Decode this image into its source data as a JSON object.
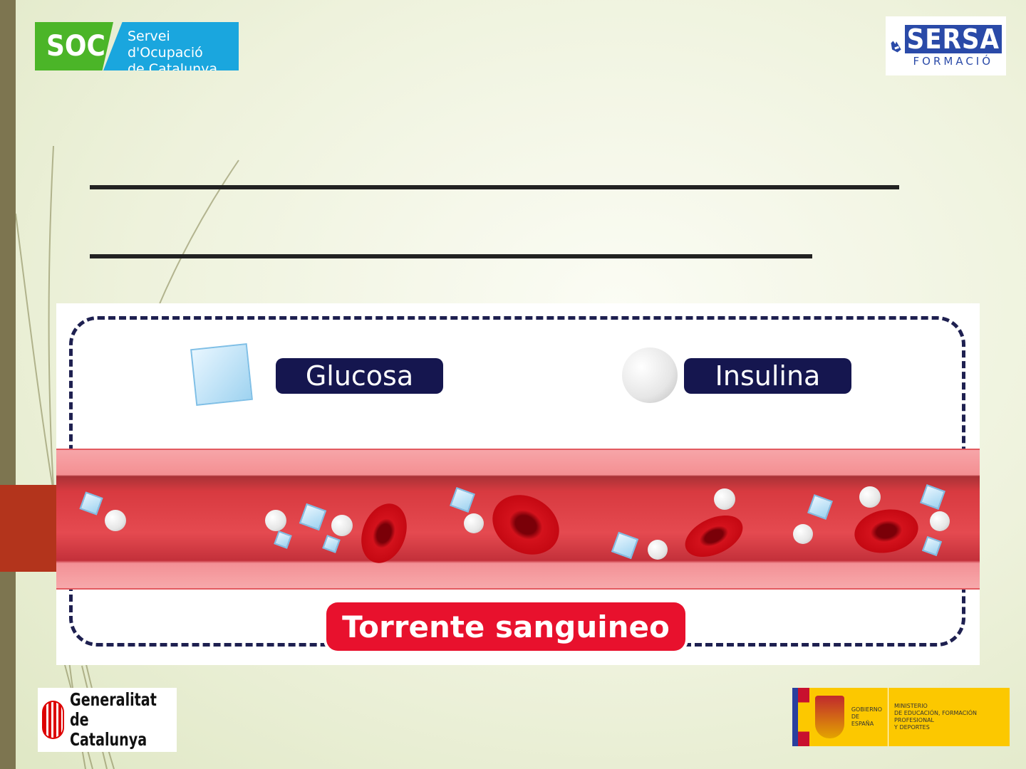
{
  "logos": {
    "soc": {
      "abbr": "SOC",
      "line1": "Servei d'Ocupació",
      "line2": "de Catalunya"
    },
    "sersa": {
      "name": "SERSA",
      "sub": "FORMACIÓ"
    },
    "generalitat": {
      "line1": "Generalitat",
      "line2": "de Catalunya"
    },
    "gobierno": {
      "line1": "GOBIERNO",
      "line2": "DE ESPAÑA",
      "ministry1": "MINISTERIO",
      "ministry2": "DE EDUCACIÓN, FORMACIÓN PROFESIONAL",
      "ministry3": "Y DEPORTES"
    }
  },
  "diagram": {
    "glucose_label": "Glucosa",
    "insulin_label": "Insulina",
    "bloodstream_label": "Torrente sanguineo"
  },
  "colors": {
    "accent_red": "#e8112d",
    "label_navy": "#15164f",
    "sidebar": "#7d7550"
  }
}
